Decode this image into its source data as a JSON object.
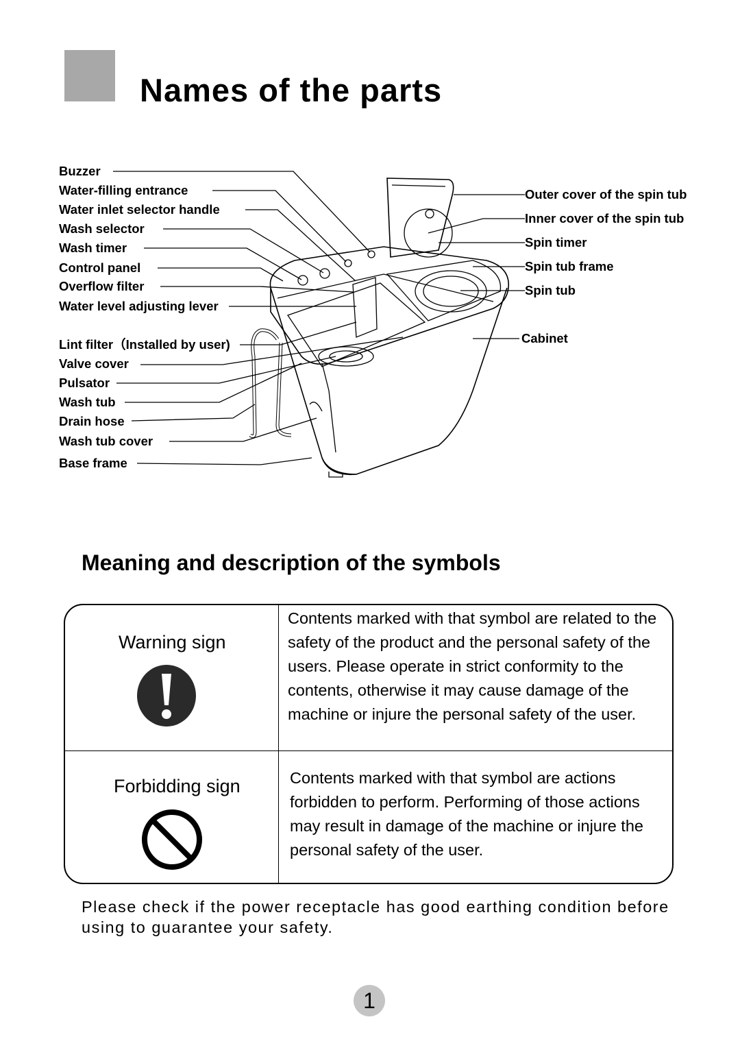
{
  "page": {
    "title": "Names of the parts",
    "section_title": "Meaning and description of the symbols",
    "note": "Please check if the power receptacle has good earthing condition before using to guarantee your safety.",
    "page_number": "1"
  },
  "diagram": {
    "left_labels": [
      "Buzzer",
      "Water-filling entrance",
      "Water inlet selector handle",
      "Wash selector",
      "Wash timer",
      "Control panel",
      "Overflow filter",
      "Water level adjusting lever",
      "Lint filter（Installed by user)",
      "Valve cover",
      "Pulsator",
      "Wash tub",
      "Drain hose",
      "Wash tub cover",
      "Base frame"
    ],
    "right_labels": [
      "Outer cover of the spin tub",
      "Inner cover of the spin tub",
      "Spin timer",
      "Spin tub frame",
      "Spin tub",
      "Cabinet"
    ]
  },
  "symbols": [
    {
      "name": "Warning sign",
      "icon": "exclamation-circle-icon",
      "description": "Contents marked with that symbol are related to the safety of the product and the personal safety of the users. Please operate in strict conformity to the contents, otherwise it may cause damage of the machine or injure the personal safety of the user."
    },
    {
      "name": "Forbidding sign",
      "icon": "prohibition-circle-icon",
      "description": "Contents marked with that symbol are actions forbidden to perform. Performing of those actions may result in damage of the machine or injure the personal safety of the user."
    }
  ],
  "colors": {
    "title_square": "#a8a8a8",
    "page_number_badge": "#c4c4c4"
  }
}
